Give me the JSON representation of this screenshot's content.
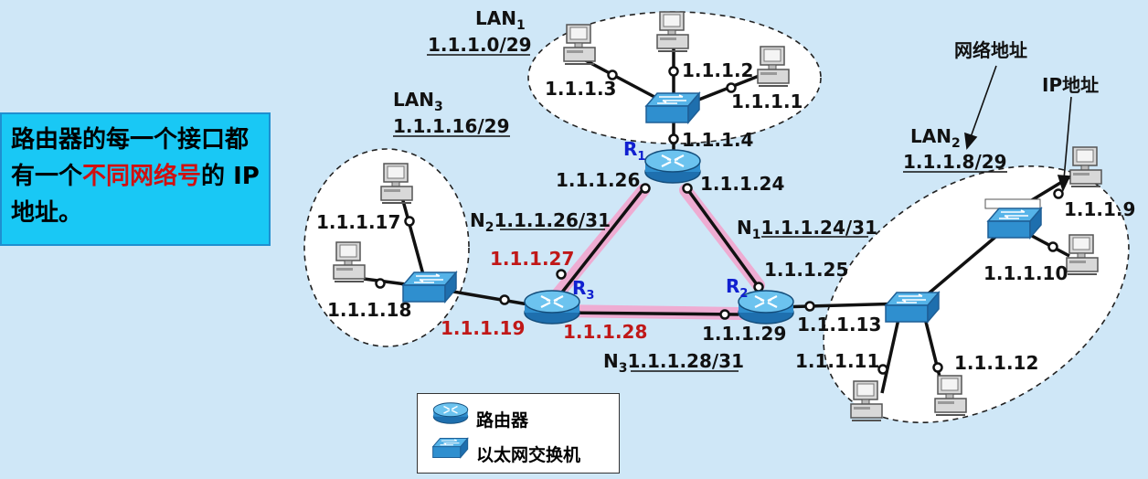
{
  "callout": {
    "part1": "路由器的每一个接口都有一个",
    "part2": "不同网络号",
    "part3": "的 IP 地址。"
  },
  "annotations": {
    "network_address": "网络地址",
    "ip_address": "IP地址"
  },
  "lans": {
    "lan1": {
      "name": "LAN",
      "sub": "1",
      "net": "1.1.1.0/29"
    },
    "lan2": {
      "name": "LAN",
      "sub": "2",
      "net": "1.1.1.8/29"
    },
    "lan3": {
      "name": "LAN",
      "sub": "3",
      "net": "1.1.1.16/29"
    }
  },
  "links": {
    "n1": {
      "name": "N",
      "sub": "1",
      "net": "1.1.1.24/31"
    },
    "n2": {
      "name": "N",
      "sub": "2",
      "net": "1.1.1.26/31"
    },
    "n3": {
      "name": "N",
      "sub": "3",
      "net": "1.1.1.28/31"
    }
  },
  "routers": {
    "r1": {
      "name": "R",
      "sub": "1"
    },
    "r2": {
      "name": "R",
      "sub": "2"
    },
    "r3": {
      "name": "R",
      "sub": "3"
    }
  },
  "addresses": {
    "h113": "1.1.1.3",
    "h112": "1.1.1.2",
    "h111": "1.1.1.1",
    "r1_lan": "1.1.1.4",
    "r1_26": "1.1.1.26",
    "r1_24": "1.1.1.24",
    "h1117": "1.1.1.17",
    "h1118": "1.1.1.18",
    "r3_19": "1.1.1.19",
    "r3_27": "1.1.1.27",
    "r3_28": "1.1.1.28",
    "r2_25": "1.1.1.25",
    "r2_29": "1.1.1.29",
    "r2_13": "1.1.1.13",
    "h119": "1.1.1.9",
    "h1110": "1.1.1.10",
    "h1111": "1.1.1.11",
    "h1112": "1.1.1.12"
  },
  "legend": {
    "router": "路由器",
    "switch": "以太网交换机"
  },
  "colors": {
    "background": "#cfe7f7",
    "highlight_link": "#f2a6cf",
    "callout_bg": "#19c8f5",
    "red_text": "#c01818",
    "router_label": "#1020d0"
  }
}
